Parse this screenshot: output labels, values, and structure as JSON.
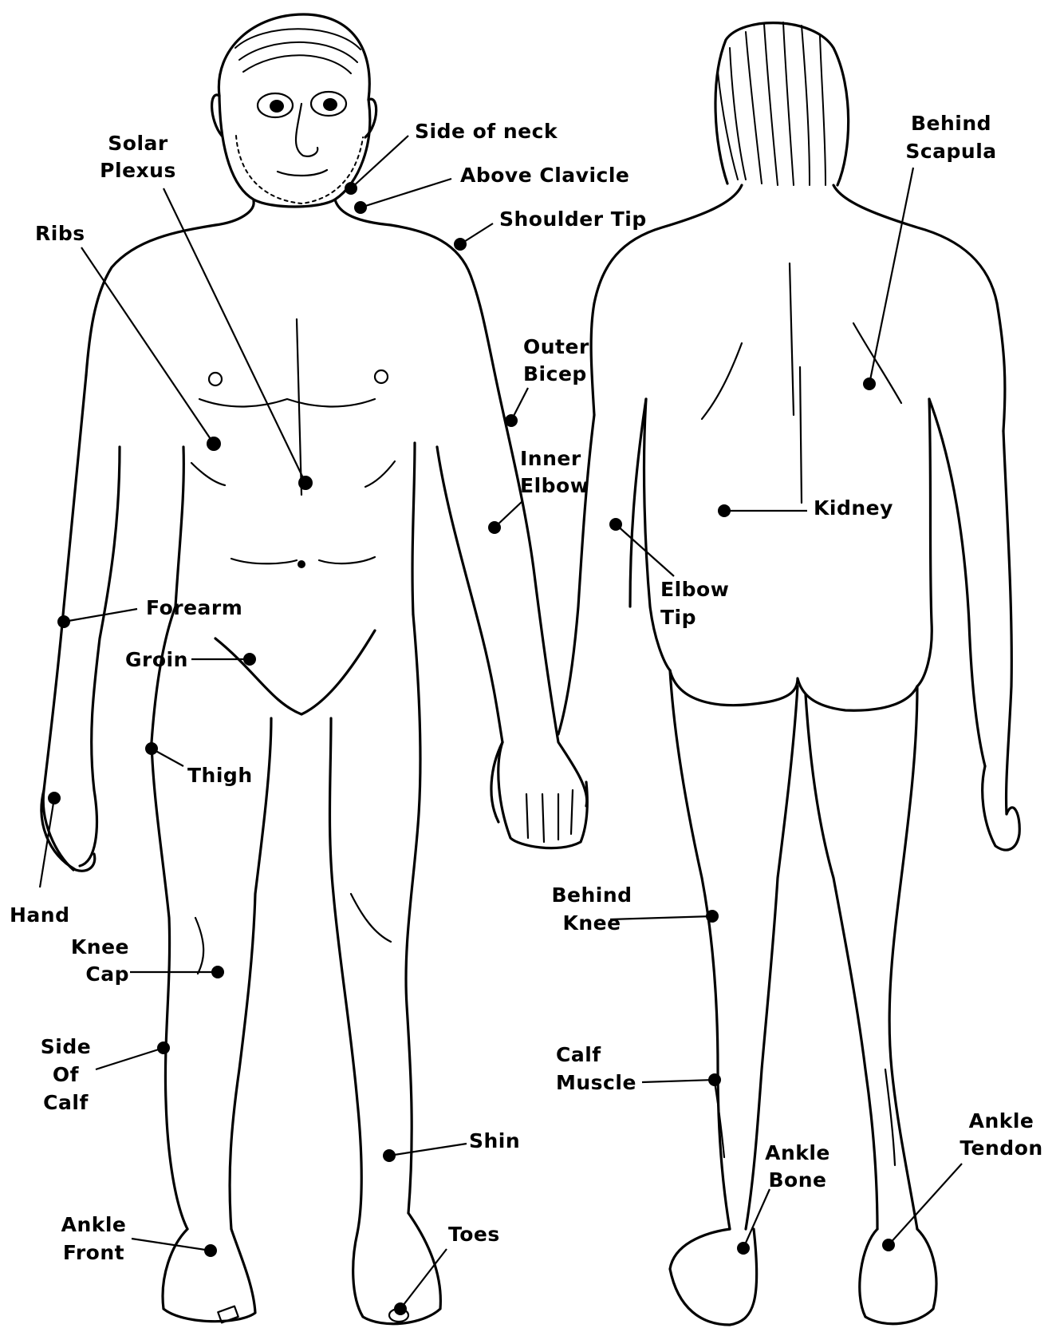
{
  "figure": {
    "front_view": {
      "labels": {
        "side_of_neck": "Side of neck",
        "above_clavicle": "Above Clavicle",
        "shoulder_tip": "Shoulder Tip",
        "solar_plexus_1": "Solar",
        "solar_plexus_2": "Plexus",
        "ribs": "Ribs",
        "outer_bicep_1": "Outer",
        "outer_bicep_2": "Bicep",
        "inner_elbow_1": "Inner",
        "inner_elbow_2": "Elbow",
        "forearm": "Forearm",
        "groin": "Groin",
        "thigh": "Thigh",
        "hand": "Hand",
        "knee_cap_1": "Knee",
        "knee_cap_2": "Cap",
        "side_of_calf_1": "Side",
        "side_of_calf_2": "Of",
        "side_of_calf_3": "Calf",
        "shin": "Shin",
        "ankle_front_1": "Ankle",
        "ankle_front_2": "Front",
        "toes": "Toes"
      }
    },
    "back_view": {
      "labels": {
        "behind_scapula_1": "Behind",
        "behind_scapula_2": "Scapula",
        "kidney": "Kidney",
        "elbow_tip_1": "Elbow",
        "elbow_tip_2": "Tip",
        "behind_knee_1": "Behind",
        "behind_knee_2": "Knee",
        "calf_muscle_1": "Calf",
        "calf_muscle_2": "Muscle",
        "ankle_bone_1": "Ankle",
        "ankle_bone_2": "Bone",
        "ankle_tendon_1": "Ankle",
        "ankle_tendon_2": "Tendon"
      }
    },
    "colors": {
      "ink": "#000000",
      "background": "#ffffff"
    }
  }
}
